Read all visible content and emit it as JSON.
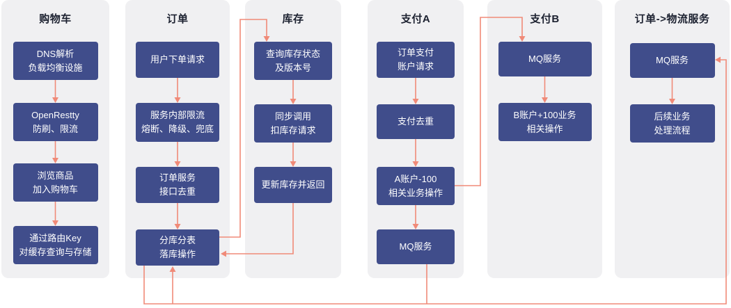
{
  "colors": {
    "lane_bg": "#f0f0f2",
    "box_bg": "#404d8b",
    "box_text": "#ffffff",
    "title_text": "#1c2130",
    "arrow": "#f08a78"
  },
  "lanes": [
    {
      "title": "购物车",
      "boxes": [
        [
          "DNS解析",
          "负载均衡设施"
        ],
        [
          "OpenRestty",
          "防刷、限流"
        ],
        [
          "浏览商品",
          "加入购物车"
        ],
        [
          "通过路由Key",
          "对缓存查询与存储"
        ]
      ]
    },
    {
      "title": "订单",
      "boxes": [
        [
          "用户下单请求"
        ],
        [
          "服务内部限流",
          "熔断、降级、兜底"
        ],
        [
          "订单服务",
          "接口去重"
        ],
        [
          "分库分表",
          "落库操作"
        ]
      ]
    },
    {
      "title": "库存",
      "boxes": [
        [
          "查询库存状态",
          "及版本号"
        ],
        [
          "同步调用",
          "扣库存请求"
        ],
        [
          "更新库存并返回"
        ]
      ]
    },
    {
      "title": "支付A",
      "boxes": [
        [
          "订单支付",
          "账户请求"
        ],
        [
          "支付去重"
        ],
        [
          "A账户-100",
          "相关业务操作"
        ],
        [
          "MQ服务"
        ]
      ]
    },
    {
      "title": "支付B",
      "boxes": [
        [
          "MQ服务"
        ],
        [
          "B账户+100业务",
          "相关操作"
        ]
      ]
    },
    {
      "title": "订单->物流服务",
      "boxes": [
        [
          "MQ服务"
        ],
        [
          "后续业务",
          "处理流程"
        ]
      ]
    }
  ],
  "cross_connections": [
    {
      "from": "分库分表 落库操作",
      "to": "查询库存状态 及版本号"
    },
    {
      "from": "更新库存并返回",
      "to": "分库分表 落库操作"
    },
    {
      "from": "A账户-100 相关业务操作",
      "to": "支付B MQ服务"
    },
    {
      "from": "支付A MQ服务",
      "to": "分库分表 落库操作"
    },
    {
      "from": "支付A MQ服务",
      "to": "订单->物流服务 MQ服务"
    }
  ]
}
